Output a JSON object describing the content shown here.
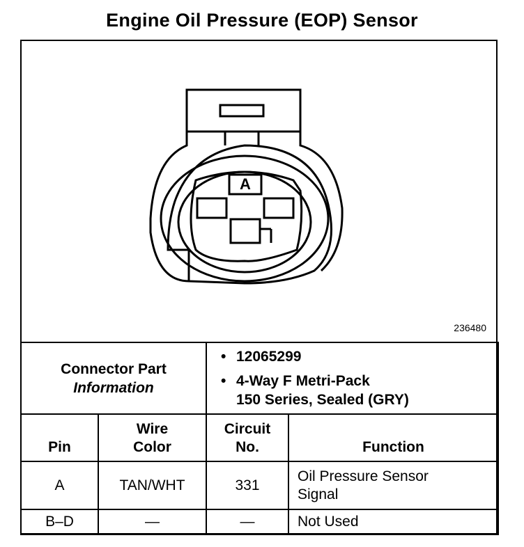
{
  "title": "Engine Oil Pressure (EOP) Sensor",
  "figure_number": "236480",
  "diagram": {
    "cavity_label": "A"
  },
  "connector_info": {
    "label_line1": "Connector Part",
    "label_line2": "Information",
    "items": [
      {
        "bullet": "•",
        "text": "12065299"
      },
      {
        "bullet": "•",
        "text": "4-Way F Metri-Pack",
        "continuation": "150 Series, Sealed (GRY)"
      }
    ]
  },
  "table": {
    "headers": {
      "pin": "Pin",
      "wire_color_line1": "Wire",
      "wire_color_line2": "Color",
      "circuit_line1": "Circuit",
      "circuit_line2": "No.",
      "function": "Function"
    },
    "rows": [
      {
        "pin": "A",
        "wire_color": "TAN/WHT",
        "circuit": "331",
        "function_line1": "Oil Pressure Sensor",
        "function_line2": "Signal"
      },
      {
        "pin": "B–D",
        "wire_color": "—",
        "circuit": "—",
        "function_line1": "Not Used",
        "function_line2": ""
      }
    ]
  }
}
